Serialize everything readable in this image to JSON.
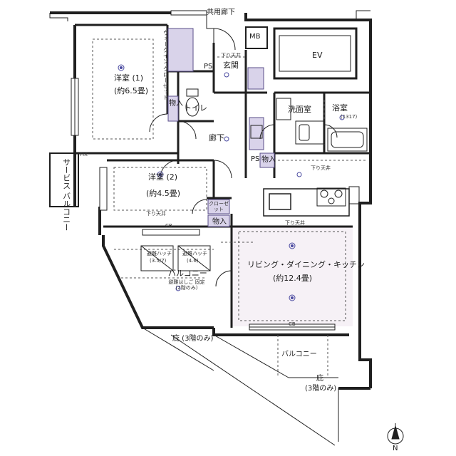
{
  "labels": {
    "common_corridor": "共用廊下",
    "mb": "MB",
    "ev": "EV",
    "ps1": "PS",
    "ps2": "PS",
    "entrance": "玄関",
    "western1_name": "洋室 (1)",
    "western1_size": "(約6.5畳)",
    "walkin_closet": "ウォークイン クローゼット",
    "storage1": "物入",
    "storage2": "物入",
    "storage3": "物入",
    "toilet": "トイレ",
    "washroom": "洗面室",
    "bathroom": "浴室",
    "bath_size": "(1317)",
    "corridor": "廊下",
    "western2_name": "洋室 (2)",
    "western2_size": "(約4.5畳)",
    "closet": "クローゼット",
    "ldk_name": "リビング・ダイニング・キッチン",
    "ldk_size": "(約12.4畳)",
    "balcony_main": "バルコニー",
    "balcony_note": "避難はしご 固定 (2階のみ)",
    "balcony_lower": "バルコニー",
    "service_balcony": "サービス バルコニー",
    "fix": "FIX",
    "hatch1": "避難ハッチ",
    "hatch1_size": "(3.5/7)",
    "hatch2": "避難ハッチ",
    "hatch2_size": "(4.6)",
    "eaves1": "庇 (3階のみ)",
    "eaves2": "庇",
    "eaves2_note": "(3階のみ)",
    "cb1": "CB",
    "cb2": "CB",
    "north": "N",
    "ceiling1": "下り天井",
    "ceiling2": "下り天井",
    "ceiling3": "下り天井",
    "ceiling4": "下り天井"
  },
  "colors": {
    "wall": "#1f1f1f",
    "closet_fill": "#d9d3ea",
    "closet_stroke": "#5a4f8a",
    "dash": "#555555",
    "ldk_tint": "#f6f1f6",
    "dot": "#4a4aa0"
  },
  "icons": [
    "north-arrow-icon",
    "gas-stove-icon",
    "sink-icon",
    "bathtub-icon",
    "toilet-icon",
    "washbasin-icon",
    "washing-machine-icon",
    "refrigerator-icon"
  ]
}
